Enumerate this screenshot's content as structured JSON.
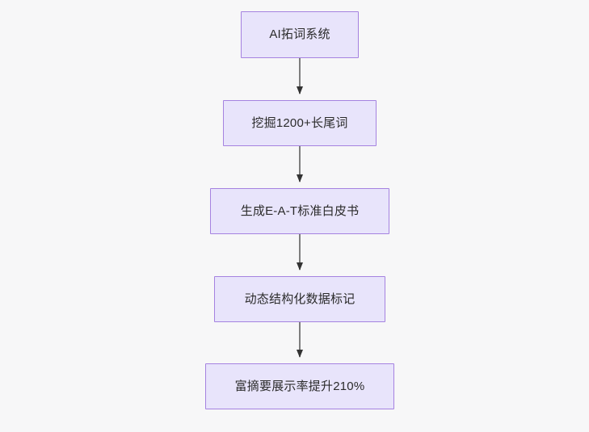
{
  "diagram": {
    "type": "flowchart",
    "direction": "top-to-bottom",
    "background_color": "#f7f7f8",
    "node_fill_color": "#e8e4fb",
    "node_border_color": "#a582e0",
    "node_text_color": "#2b2b2b",
    "edge_line_color": "#707070",
    "edge_arrow_color": "#333333",
    "nodes": [
      {
        "id": "n0",
        "label": "AI拓词系统"
      },
      {
        "id": "n1",
        "label": "挖掘1200+长尾词"
      },
      {
        "id": "n2",
        "label": "生成E-A-T标准白皮书"
      },
      {
        "id": "n3",
        "label": "动态结构化数据标记"
      },
      {
        "id": "n4",
        "label": "富摘要展示率提升210%"
      }
    ],
    "edges": [
      {
        "id": "e0",
        "from": "n0",
        "to": "n1",
        "label": ""
      },
      {
        "id": "e1",
        "from": "n1",
        "to": "n2",
        "label": ""
      },
      {
        "id": "e2",
        "from": "n2",
        "to": "n3",
        "label": ""
      },
      {
        "id": "e3",
        "from": "n3",
        "to": "n4",
        "label": ""
      }
    ]
  }
}
